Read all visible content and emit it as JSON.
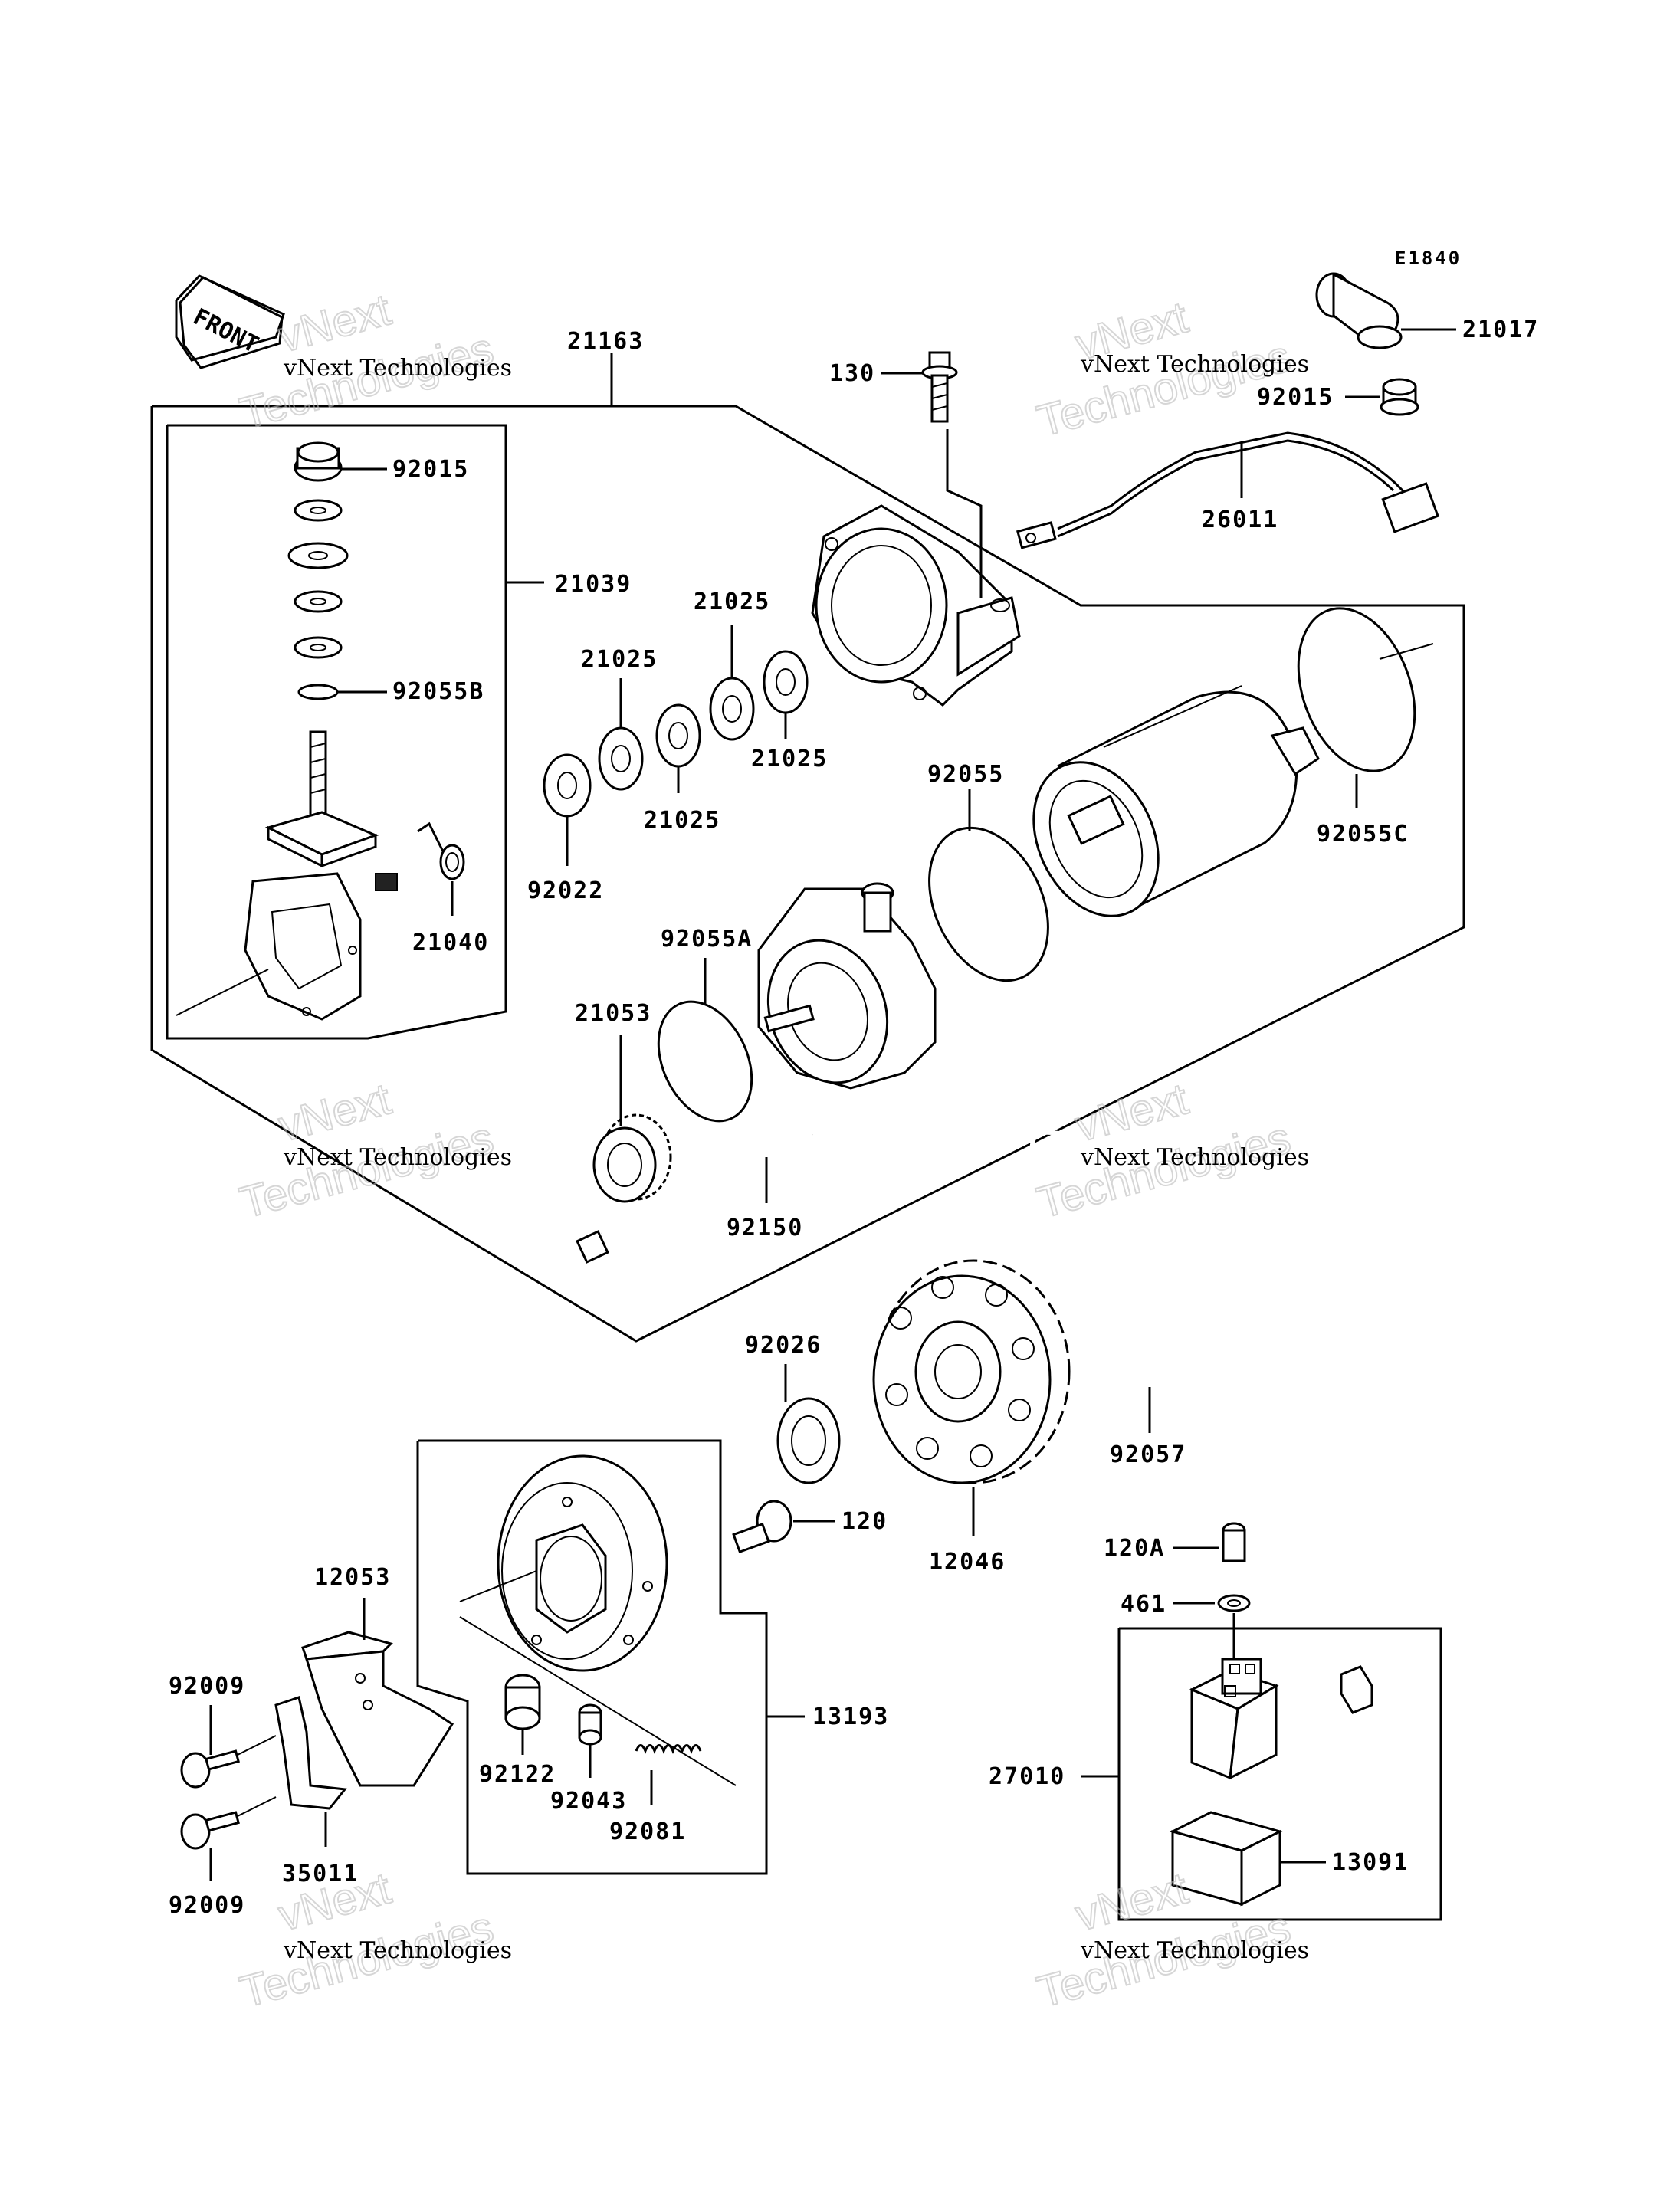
{
  "diagram_code": "E1840",
  "front_label": "FRONT",
  "watermark": {
    "line1": "vNext",
    "line2": "Technologies",
    "caption": "vNext Technologies"
  },
  "parts": {
    "p21163": "21163",
    "p130": "130",
    "p21017": "21017",
    "p92015_top": "92015",
    "p26011": "26011",
    "p92015": "92015",
    "p21039": "21039",
    "p92055B": "92055B",
    "p21040": "21040",
    "p21025_a": "21025",
    "p21025_b": "21025",
    "p21025_c": "21025",
    "p21025_d": "21025",
    "p92022": "92022",
    "p92055": "92055",
    "p92055C": "92055C",
    "p92055A": "92055A",
    "p21053": "21053",
    "p92150": "92150",
    "p92026": "92026",
    "p92057": "92057",
    "p120": "120",
    "p12046": "12046",
    "p120A": "120A",
    "p461": "461",
    "p12053": "12053",
    "p92009_a": "92009",
    "p92009_b": "92009",
    "p35011": "35011",
    "p13193": "13193",
    "p92122": "92122",
    "p92043": "92043",
    "p92081": "92081",
    "p27010": "27010",
    "p13091": "13091"
  }
}
